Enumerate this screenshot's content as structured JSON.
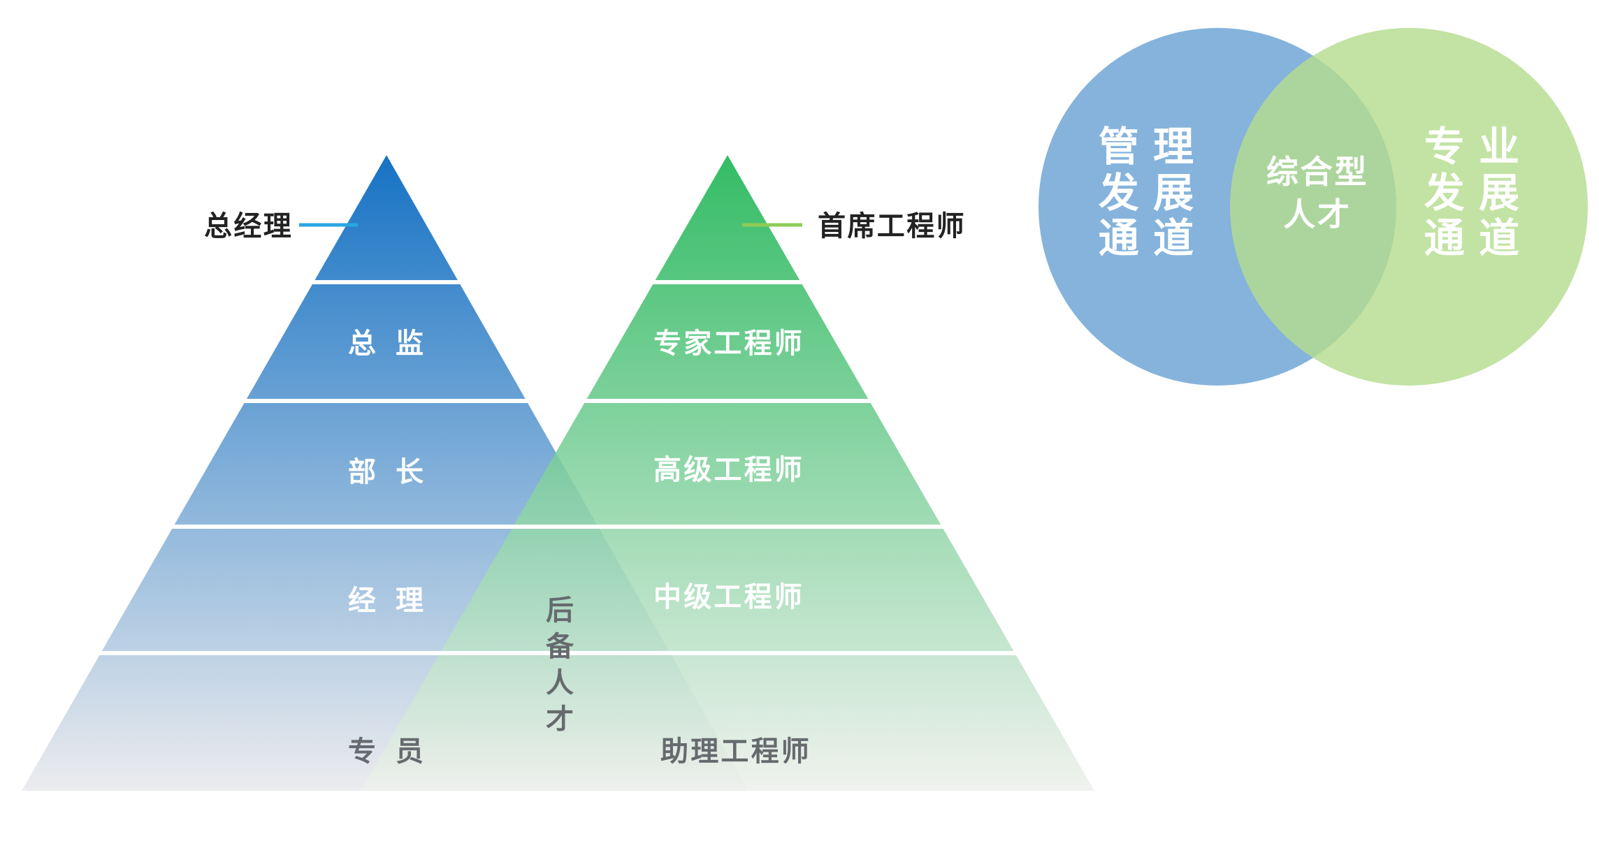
{
  "management": {
    "top": "总经理",
    "levels": [
      "总监",
      "部长",
      "经理",
      "专员"
    ]
  },
  "professional": {
    "top": "首席工程师",
    "levels": [
      "专家工程师",
      "高级工程师",
      "中级工程师",
      "助理工程师"
    ]
  },
  "reserve": "后备人才",
  "venn": {
    "left": "管理发展通道",
    "middle": "综合型人才",
    "right": "专业发展通道"
  },
  "colors": {
    "mgmt_top": "#1672c4",
    "mgmt_bottom": "#ececee",
    "prof_top": "#12b14c",
    "prof_bottom": "#eef0ec",
    "venn_left": "#85b3dc",
    "venn_right": "#b5dd8f",
    "venn_overlap": "#9ccc8c",
    "connector_left": "#2aa6e4",
    "connector_right": "#8ccc57"
  }
}
